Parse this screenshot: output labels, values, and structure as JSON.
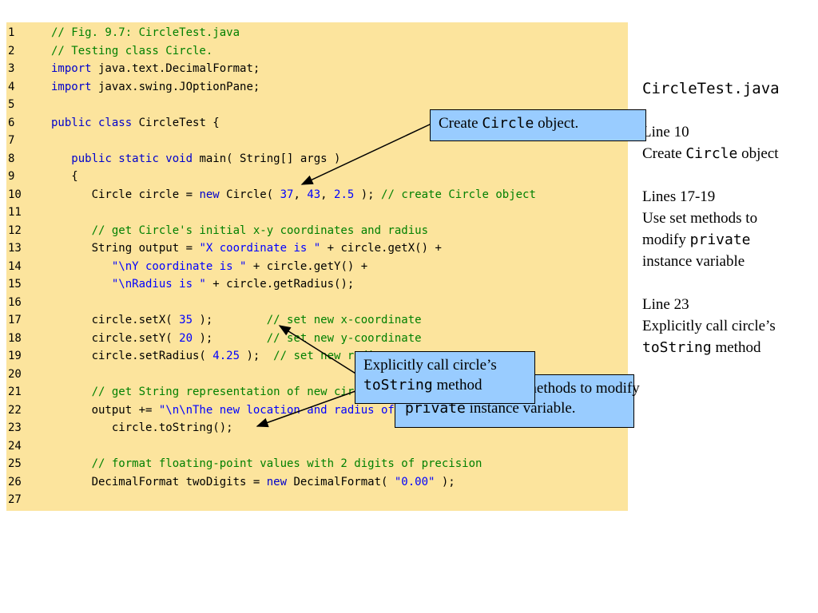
{
  "code": {
    "lines": [
      {
        "n": "1",
        "tokens": [
          {
            "t": "// Fig. 9.7: CircleTest.java",
            "c": "cm"
          }
        ]
      },
      {
        "n": "2",
        "tokens": [
          {
            "t": "// Testing class Circle.",
            "c": "cm"
          }
        ]
      },
      {
        "n": "3",
        "tokens": [
          {
            "t": "import",
            "c": "kw"
          },
          {
            "t": " java.text.DecimalFormat;",
            "c": ""
          }
        ]
      },
      {
        "n": "4",
        "tokens": [
          {
            "t": "import",
            "c": "kw"
          },
          {
            "t": " javax.swing.JOptionPane;",
            "c": ""
          }
        ]
      },
      {
        "n": "5",
        "tokens": []
      },
      {
        "n": "6",
        "tokens": [
          {
            "t": "public class",
            "c": "kw"
          },
          {
            "t": " CircleTest {",
            "c": ""
          }
        ]
      },
      {
        "n": "7",
        "tokens": []
      },
      {
        "n": "8",
        "tokens": [
          {
            "t": "   ",
            "c": ""
          },
          {
            "t": "public static void",
            "c": "kw"
          },
          {
            "t": " main( String[] args )",
            "c": ""
          }
        ]
      },
      {
        "n": "9",
        "tokens": [
          {
            "t": "   {",
            "c": ""
          }
        ]
      },
      {
        "n": "10",
        "tokens": [
          {
            "t": "      Circle circle = ",
            "c": ""
          },
          {
            "t": "new",
            "c": "kw"
          },
          {
            "t": " Circle( ",
            "c": ""
          },
          {
            "t": "37",
            "c": "nm"
          },
          {
            "t": ", ",
            "c": ""
          },
          {
            "t": "43",
            "c": "nm"
          },
          {
            "t": ", ",
            "c": ""
          },
          {
            "t": "2.5",
            "c": "nm"
          },
          {
            "t": " ); ",
            "c": ""
          },
          {
            "t": "// create Circle object",
            "c": "cm"
          }
        ]
      },
      {
        "n": "11",
        "tokens": []
      },
      {
        "n": "12",
        "tokens": [
          {
            "t": "      // get Circle's initial x-y coordinates and radius",
            "c": "cm"
          }
        ]
      },
      {
        "n": "13",
        "tokens": [
          {
            "t": "      String output = ",
            "c": ""
          },
          {
            "t": "\"X coordinate is \"",
            "c": "st"
          },
          {
            "t": " + circle.getX() +",
            "c": ""
          }
        ]
      },
      {
        "n": "14",
        "tokens": [
          {
            "t": "         ",
            "c": ""
          },
          {
            "t": "\"\\nY coordinate is \"",
            "c": "st"
          },
          {
            "t": " + circle.getY() +",
            "c": ""
          }
        ]
      },
      {
        "n": "15",
        "tokens": [
          {
            "t": "         ",
            "c": ""
          },
          {
            "t": "\"\\nRadius is \"",
            "c": "st"
          },
          {
            "t": " + circle.getRadius();",
            "c": ""
          }
        ]
      },
      {
        "n": "16",
        "tokens": []
      },
      {
        "n": "17",
        "tokens": [
          {
            "t": "      circle.setX( ",
            "c": ""
          },
          {
            "t": "35",
            "c": "nm"
          },
          {
            "t": " );        ",
            "c": ""
          },
          {
            "t": "// set new x-coordinate",
            "c": "cm"
          }
        ]
      },
      {
        "n": "18",
        "tokens": [
          {
            "t": "      circle.setY( ",
            "c": ""
          },
          {
            "t": "20",
            "c": "nm"
          },
          {
            "t": " );        ",
            "c": ""
          },
          {
            "t": "// set new y-coordinate",
            "c": "cm"
          }
        ]
      },
      {
        "n": "19",
        "tokens": [
          {
            "t": "      circle.setRadius( ",
            "c": ""
          },
          {
            "t": "4.25",
            "c": "nm"
          },
          {
            "t": " );  ",
            "c": ""
          },
          {
            "t": "// set new radius",
            "c": "cm"
          }
        ]
      },
      {
        "n": "20",
        "tokens": []
      },
      {
        "n": "21",
        "tokens": [
          {
            "t": "      // get String representation of new circle value",
            "c": "cm"
          }
        ]
      },
      {
        "n": "22",
        "tokens": [
          {
            "t": "      output += ",
            "c": ""
          },
          {
            "t": "\"\\n\\nThe new location and radius of circle are\\n\"",
            "c": "st"
          },
          {
            "t": " +",
            "c": ""
          }
        ]
      },
      {
        "n": "23",
        "tokens": [
          {
            "t": "         circle.toString();",
            "c": ""
          }
        ]
      },
      {
        "n": "24",
        "tokens": []
      },
      {
        "n": "25",
        "tokens": [
          {
            "t": "      // format floating-point values with 2 digits of precision",
            "c": "cm"
          }
        ]
      },
      {
        "n": "26",
        "tokens": [
          {
            "t": "      DecimalFormat twoDigits = ",
            "c": ""
          },
          {
            "t": "new",
            "c": "kw"
          },
          {
            "t": " DecimalFormat( ",
            "c": ""
          },
          {
            "t": "\"0.00\"",
            "c": "st"
          },
          {
            "t": " );",
            "c": ""
          }
        ]
      },
      {
        "n": "27",
        "tokens": []
      }
    ]
  },
  "sidebar": {
    "title": "CircleTest.java",
    "line10_label": "Line 10",
    "line10_desc_pre": "Create ",
    "line10_desc_code": "Circle",
    "line10_desc_post": " object",
    "lines17_label": "Lines 17-19",
    "lines17_desc_1": "Use set methods to",
    "lines17_desc_2_pre": "modify ",
    "lines17_desc_2_code": "private",
    "lines17_desc_3": "instance variable",
    "line23_label": "Line 23",
    "line23_desc_1": "Explicitly call circle’s",
    "line23_desc_code": "toString",
    "line23_desc_post": " method"
  },
  "callouts": {
    "create": {
      "pre": "Create ",
      "code": "Circle",
      "post": " object."
    },
    "setters": {
      "pre": "Use set methods to modify",
      "code": "private",
      "post": " instance variable."
    },
    "tostring": {
      "pre": "Explicitly call circle’s",
      "code": "toString",
      "post": " method"
    }
  },
  "colors": {
    "code_bg": "#fce49d",
    "callout_bg": "#99ccff",
    "keyword": "#0000cc",
    "comment": "#008000",
    "string": "#0000ff"
  }
}
